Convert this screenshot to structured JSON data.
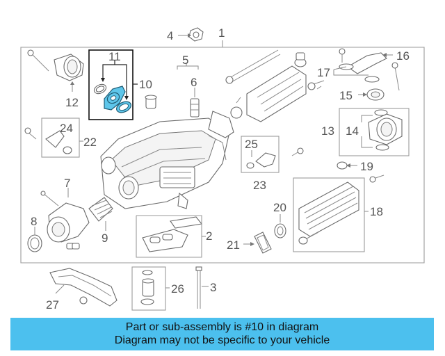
{
  "callouts": {
    "c1": "1",
    "c2": "2",
    "c3": "3",
    "c4": "4",
    "c5": "5",
    "c6": "6",
    "c7": "7",
    "c8": "8",
    "c9": "9",
    "c10": "10",
    "c11": "11",
    "c12": "12",
    "c13": "13",
    "c14": "14",
    "c15": "15",
    "c16": "16",
    "c17": "17",
    "c18": "18",
    "c19": "19",
    "c20": "20",
    "c21": "21",
    "c22": "22",
    "c23": "23",
    "c24": "24",
    "c25": "25",
    "c26": "26",
    "c27": "27"
  },
  "highlight": {
    "part_number": "10",
    "color": "#5ec6ea"
  },
  "banner": {
    "line1": "Part or sub-assembly is #10 in diagram",
    "line2": "Diagram may not be specific to your vehicle",
    "color": "#4cc0ee"
  }
}
